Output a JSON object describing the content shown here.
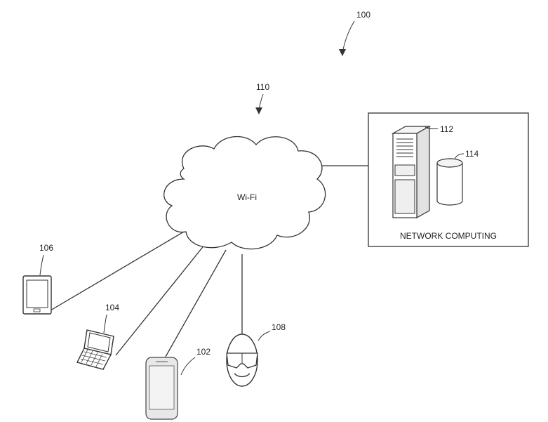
{
  "figure": {
    "ref_system": "100",
    "ref_network": "110",
    "cloud_label": "Wi-Fi",
    "network_box_label": "NETWORK COMPUTING",
    "ref_server": "112",
    "ref_storage": "114",
    "ref_tablet": "106",
    "ref_laptop": "104",
    "ref_phone": "102",
    "ref_headset": "108"
  },
  "icons": {
    "cloud": "cloud-icon",
    "server": "server-rack-icon",
    "storage": "database-cylinder-icon",
    "tablet": "tablet-icon",
    "laptop": "laptop-icon",
    "phone": "smartphone-icon",
    "headset": "vr-headset-face-icon"
  }
}
